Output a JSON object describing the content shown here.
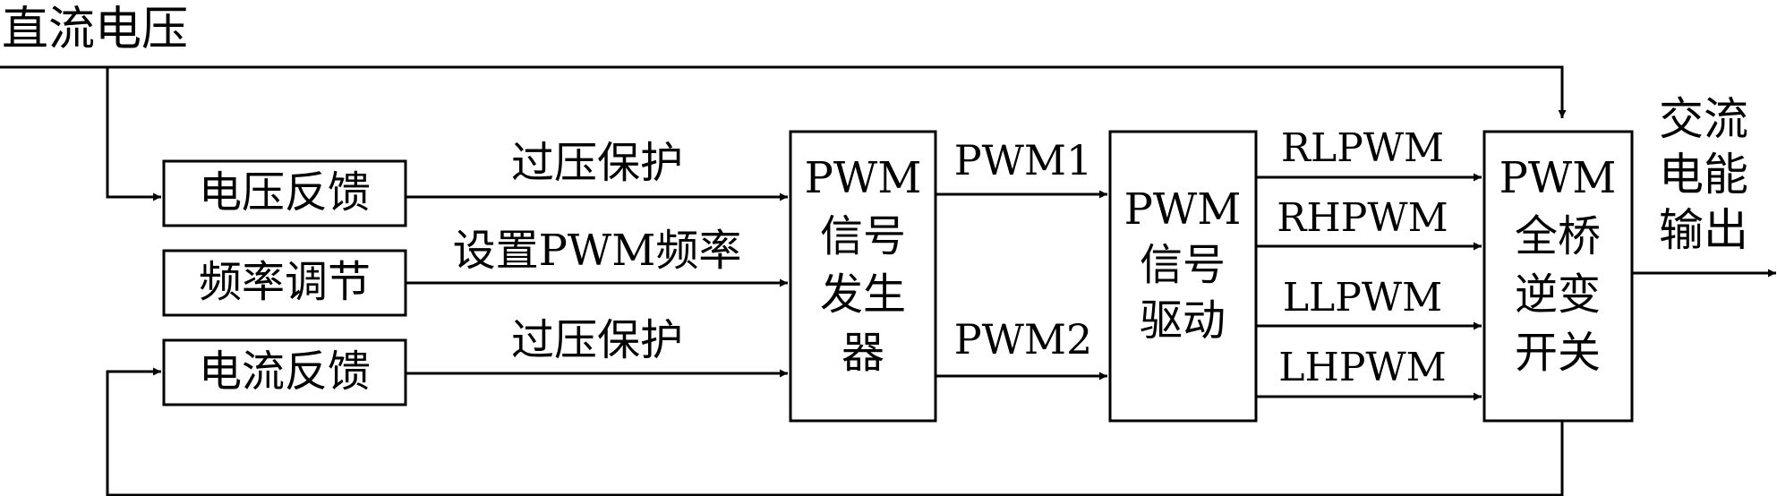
{
  "diagram": {
    "input_label": "直流电压",
    "output_label": [
      "交流",
      "电能",
      "输出"
    ],
    "blocks": {
      "voltage_feedback": "电压反馈",
      "frequency_adjust": "频率调节",
      "current_feedback": "电流反馈",
      "pwm_generator": [
        "PWM",
        "信号",
        "发生",
        "器"
      ],
      "pwm_driver": [
        "PWM",
        "信号",
        "驱动"
      ],
      "inverter": [
        "PWM",
        "全桥",
        "逆变",
        "开关"
      ]
    },
    "edge_labels": {
      "overvoltage_top": "过压保护",
      "set_pwm_freq": "设置PWM频率",
      "overvoltage_bottom": "过压保护",
      "pwm1": "PWM1",
      "pwm2": "PWM2",
      "rlpwm": "RLPWM",
      "rhpwm": "RHPWM",
      "llpwm": "LLPWM",
      "lhpwm": "LHPWM"
    }
  }
}
